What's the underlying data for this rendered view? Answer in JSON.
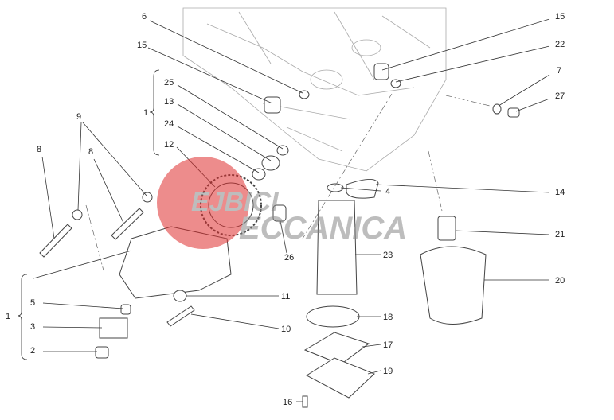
{
  "watermark": {
    "text": "REJBICI MECCANICA",
    "color": "#e03030"
  },
  "callouts": [
    {
      "id": "6",
      "label": "6"
    },
    {
      "id": "15a",
      "label": "15"
    },
    {
      "id": "15b",
      "label": "15"
    },
    {
      "id": "22",
      "label": "22"
    },
    {
      "id": "7",
      "label": "7"
    },
    {
      "id": "27",
      "label": "27"
    },
    {
      "id": "1a",
      "label": "1"
    },
    {
      "id": "25",
      "label": "25"
    },
    {
      "id": "13",
      "label": "13"
    },
    {
      "id": "24",
      "label": "24"
    },
    {
      "id": "12",
      "label": "12"
    },
    {
      "id": "9",
      "label": "9"
    },
    {
      "id": "8a",
      "label": "8"
    },
    {
      "id": "8b",
      "label": "8"
    },
    {
      "id": "4",
      "label": "4"
    },
    {
      "id": "14",
      "label": "14"
    },
    {
      "id": "21",
      "label": "21"
    },
    {
      "id": "26",
      "label": "26"
    },
    {
      "id": "23",
      "label": "23"
    },
    {
      "id": "20",
      "label": "20"
    },
    {
      "id": "1b",
      "label": "1"
    },
    {
      "id": "5",
      "label": "5"
    },
    {
      "id": "3",
      "label": "3"
    },
    {
      "id": "2",
      "label": "2"
    },
    {
      "id": "11",
      "label": "11"
    },
    {
      "id": "10",
      "label": "10"
    },
    {
      "id": "18",
      "label": "18"
    },
    {
      "id": "17",
      "label": "17"
    },
    {
      "id": "19",
      "label": "19"
    },
    {
      "id": "16",
      "label": "16"
    }
  ]
}
